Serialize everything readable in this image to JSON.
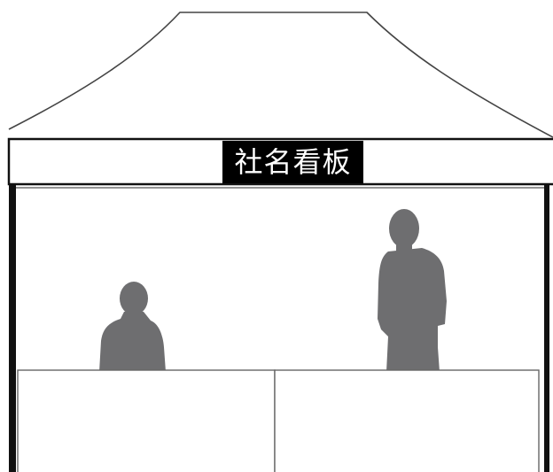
{
  "sign": {
    "text": "社名看板"
  },
  "colors": {
    "outline": "#333333",
    "frame": "#111111",
    "silhouette": "#6e6e70",
    "sign_bg": "#000000",
    "sign_text": "#ffffff",
    "background": "#ffffff"
  },
  "figures": [
    {
      "name": "seated-person",
      "icon": "person-silhouette"
    },
    {
      "name": "standing-person",
      "icon": "person-silhouette"
    }
  ]
}
